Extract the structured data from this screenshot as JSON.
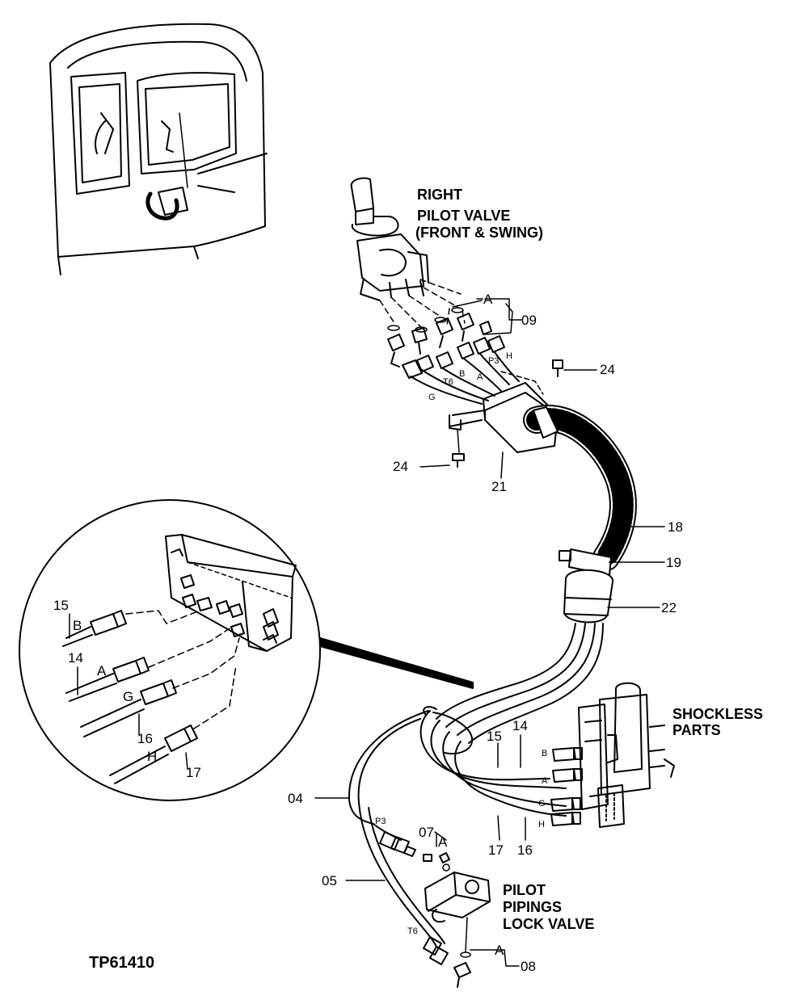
{
  "titles": {
    "right_pilot_valve": [
      "RIGHT",
      "PILOT VALVE",
      "(FRONT & SWING)"
    ],
    "shockless_parts": [
      "SHOCKLESS",
      "PARTS"
    ],
    "lock_valve": [
      "PILOT",
      "PIPINGS",
      "LOCK VALVE"
    ]
  },
  "figure_code": "TP61410",
  "callouts": {
    "n09": "09",
    "n24a": "24",
    "n24b": "24",
    "n21": "21",
    "n18": "18",
    "n19": "19",
    "n22": "22",
    "n15a": "15",
    "n14a": "14",
    "n16a": "16",
    "n17a": "17",
    "n15b": "15",
    "n14b": "14",
    "n17b": "17",
    "n16b": "16",
    "n04": "04",
    "n05": "05",
    "n07": "07",
    "n08": "08"
  },
  "port_letters": {
    "top_A": "A",
    "top_P3": "P3",
    "top_H": "H",
    "top_B": "B",
    "top_A2": "A",
    "top_T6": "T6",
    "top_G": "G",
    "det_B": "B",
    "det_A": "A",
    "det_G": "G",
    "det_H": "H",
    "sh_B": "B",
    "sh_A": "A",
    "sh_G": "G",
    "sh_H": "H",
    "low_P3": "P3",
    "low_A": "A",
    "low_T6": "T6",
    "low_A2": "A"
  },
  "colors": {
    "ink": "#000000",
    "paper": "#ffffff"
  }
}
